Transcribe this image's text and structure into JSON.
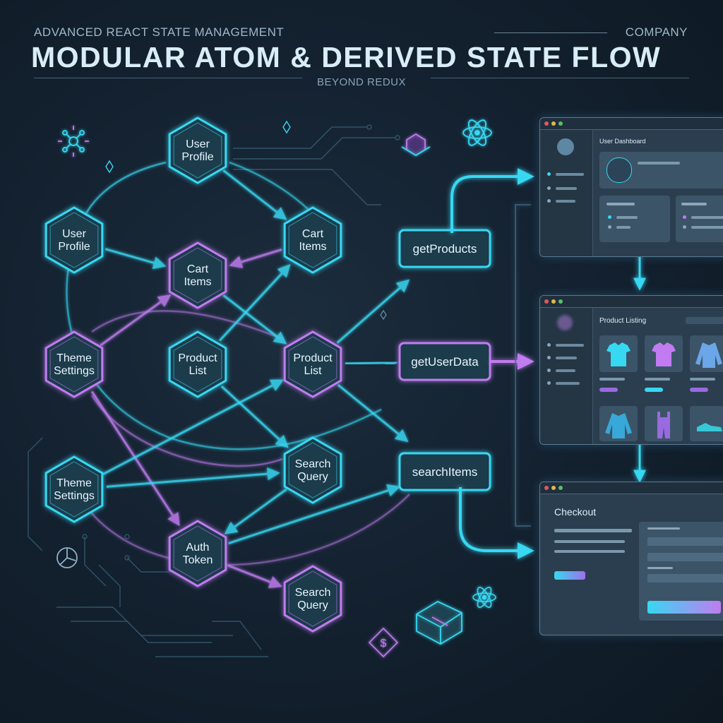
{
  "header": {
    "subtitle": "ADVANCED REACT STATE MANAGEMENT",
    "company": "COMPANY",
    "title": "MODULAR ATOM & DERIVED STATE FLOW",
    "tagline": "BEYOND REDUX"
  },
  "colors": {
    "cyan": "#37d8f2",
    "purple": "#c07cf0",
    "node_fill": "#1d3a4c",
    "background": "#142231"
  },
  "atoms": [
    {
      "id": "a1",
      "label": [
        "User",
        "Profile"
      ],
      "glow": "cyan"
    },
    {
      "id": "a2",
      "label": [
        "User",
        "Profile"
      ],
      "glow": "cyan"
    },
    {
      "id": "a3",
      "label": [
        "Cart",
        "Items"
      ],
      "glow": "purple"
    },
    {
      "id": "a4",
      "label": [
        "Cart",
        "Items"
      ],
      "glow": "cyan"
    },
    {
      "id": "a5",
      "label": [
        "Theme",
        "Settings"
      ],
      "glow": "purple"
    },
    {
      "id": "a6",
      "label": [
        "Product",
        "List"
      ],
      "glow": "cyan"
    },
    {
      "id": "a7",
      "label": [
        "Product",
        "List"
      ],
      "glow": "purple"
    },
    {
      "id": "a8",
      "label": [
        "Theme",
        "Settings"
      ],
      "glow": "cyan"
    },
    {
      "id": "a9",
      "label": [
        "Search",
        "Query"
      ],
      "glow": "cyan"
    },
    {
      "id": "a10",
      "label": [
        "Auth",
        "Token"
      ],
      "glow": "purple"
    },
    {
      "id": "a11",
      "label": [
        "Search",
        "Query"
      ],
      "glow": "purple"
    }
  ],
  "selectors": [
    {
      "id": "s1",
      "label": "getProducts",
      "glow": "cyan"
    },
    {
      "id": "s2",
      "label": "getUserData",
      "glow": "purple"
    },
    {
      "id": "s3",
      "label": "searchItems",
      "glow": "cyan"
    }
  ],
  "edges": [
    {
      "from": "a1",
      "to": "a4",
      "color": "cyan"
    },
    {
      "from": "a1",
      "to": "a3",
      "color": "cyan"
    },
    {
      "from": "a2",
      "to": "a3",
      "color": "cyan"
    },
    {
      "from": "a2",
      "to": "a5",
      "color": "cyan"
    },
    {
      "from": "a4",
      "to": "a3",
      "color": "purple"
    },
    {
      "from": "a4",
      "to": "a7",
      "color": "cyan"
    },
    {
      "from": "a3",
      "to": "a6",
      "color": "cyan"
    },
    {
      "from": "a3",
      "to": "a7",
      "color": "cyan"
    },
    {
      "from": "a5",
      "to": "a6",
      "color": "cyan"
    },
    {
      "from": "a5",
      "to": "a3",
      "color": "purple"
    },
    {
      "from": "a5",
      "to": "a10",
      "color": "purple"
    },
    {
      "from": "a6",
      "to": "a7",
      "color": "cyan"
    },
    {
      "from": "a6",
      "to": "a4",
      "color": "cyan"
    },
    {
      "from": "a6",
      "to": "a10",
      "color": "cyan"
    },
    {
      "from": "a6",
      "to": "a9",
      "color": "cyan"
    },
    {
      "from": "a7",
      "to": "a9",
      "color": "cyan"
    },
    {
      "from": "a7",
      "to": "s2",
      "color": "cyan"
    },
    {
      "from": "a7",
      "to": "s1",
      "color": "cyan"
    },
    {
      "from": "a7",
      "to": "s3",
      "color": "cyan"
    },
    {
      "from": "a8",
      "to": "a5",
      "color": "cyan"
    },
    {
      "from": "a8",
      "to": "a7",
      "color": "cyan"
    },
    {
      "from": "a9",
      "to": "a10",
      "color": "cyan"
    },
    {
      "from": "a9",
      "to": "a11",
      "color": "cyan"
    },
    {
      "from": "a10",
      "to": "a11",
      "color": "purple"
    },
    {
      "from": "a10",
      "to": "s3",
      "color": "cyan"
    },
    {
      "from": "a8",
      "to": "a9",
      "color": "cyan"
    },
    {
      "from": "s3",
      "to": "s2",
      "color": "cyan"
    },
    {
      "from": "s2",
      "to": "s1",
      "color": "cyan"
    }
  ],
  "panels": {
    "dashboard": {
      "title": "User Dashboard"
    },
    "listing": {
      "title": "Product Listing"
    },
    "checkout": {
      "title": "Checkout"
    }
  },
  "icons": [
    "network-hub-icon",
    "cube-icon",
    "react-atom-icon",
    "diamond-icon",
    "clock-icon",
    "box-icon",
    "dollar-icon"
  ]
}
